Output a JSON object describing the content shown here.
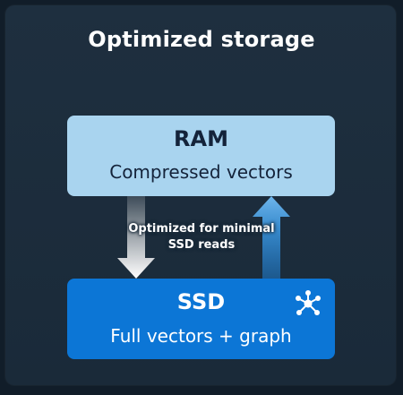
{
  "title": "Optimized storage",
  "ram": {
    "title": "RAM",
    "subtitle": "Compressed vectors"
  },
  "ssd": {
    "title": "SSD",
    "subtitle": "Full vectors + graph",
    "icon": "graph-icon"
  },
  "arrow_label": {
    "line1": "Optimized for minimal",
    "line2": "SSD reads"
  },
  "colors": {
    "background": "#1e2f3f",
    "ram_box": "#a9d4ef",
    "ssd_box": "#0c76d6",
    "down_arrow": "#ffffff",
    "up_arrow": "#4aa3e6"
  }
}
